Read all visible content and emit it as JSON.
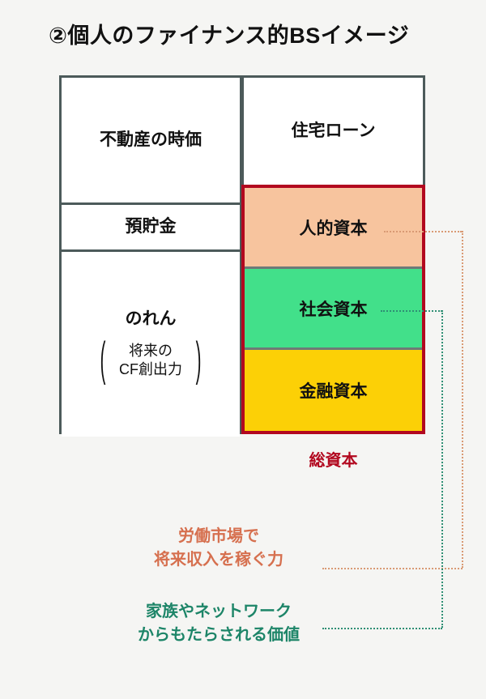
{
  "page": {
    "background_color": "#f5f5f3",
    "title": "②個人のファイナンス的BSイメージ"
  },
  "colors": {
    "frame_gray": "#4c5a5a",
    "capital_red_border": "#b2081f",
    "human_capital_fill": "#f7c49e",
    "social_capital_fill": "#42e08a",
    "financial_capital_fill": "#fcd006",
    "total_capital_text": "#b2081f",
    "annotation_orange": "#d6704f",
    "annotation_green": "#1d8568",
    "leader_orange": "#d99a74",
    "leader_green": "#2f8f74"
  },
  "balance_sheet": {
    "assets": [
      {
        "label": "不動産の時価"
      },
      {
        "label": "預貯金"
      },
      {
        "label": "のれん",
        "sub_line1": "将来の",
        "sub_line2": "CF創出力",
        "paren_left": "(",
        "paren_right": ")"
      }
    ],
    "liabilities": [
      {
        "label": "住宅ローン"
      }
    ],
    "capital": [
      {
        "label": "人的資本",
        "fill": "#f7c49e"
      },
      {
        "label": "社会資本",
        "fill": "#42e08a"
      },
      {
        "label": "金融資本",
        "fill": "#fcd006"
      }
    ],
    "capital_caption": "総資本"
  },
  "annotations": [
    {
      "id": "human-capital-note",
      "text": "労働市場で\n将来収入を稼ぐ力",
      "color": "#d6704f"
    },
    {
      "id": "social-capital-note",
      "text": "家族やネットワーク\nからもたらされる価値",
      "color": "#1d8568"
    }
  ]
}
